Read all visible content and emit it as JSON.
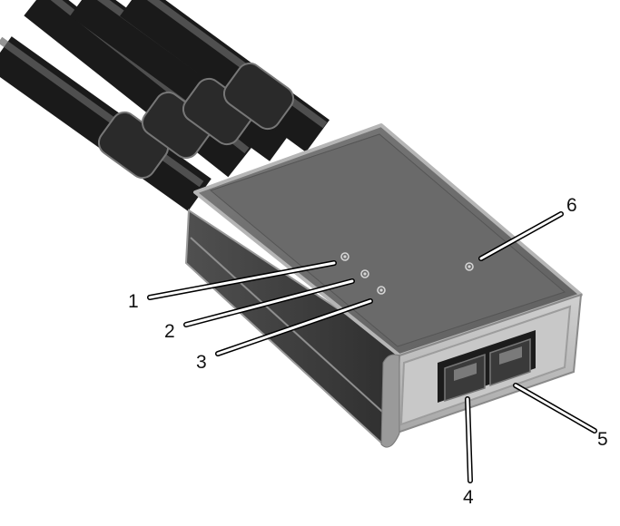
{
  "colors": {
    "background": "#ffffff",
    "cable_dark": "#2a2a2a",
    "cable_light": "#6b6b6b",
    "housing_top": "#6e6e6e",
    "housing_side": "#3e3e3e",
    "housing_edge": "#a9a9a9",
    "front_face": "#bdbdbd",
    "port": "#1c1c1c",
    "leader_line": "#ffffff"
  },
  "callouts": {
    "c1": "1",
    "c2": "2",
    "c3": "3",
    "c4": "4",
    "c5": "5",
    "c6": "6"
  },
  "icons": [
    "led-indicator-icon"
  ]
}
